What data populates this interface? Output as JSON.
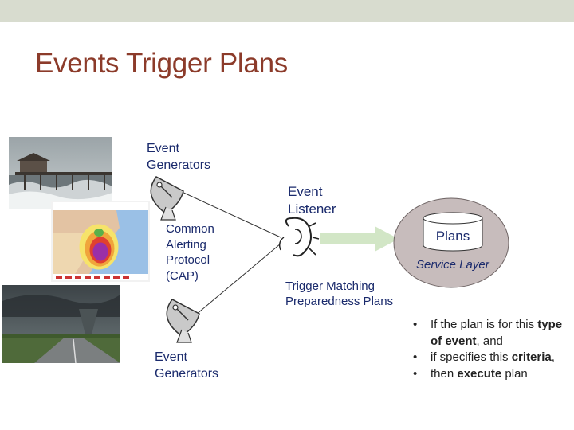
{
  "slide": {
    "title": "Events Trigger Plans"
  },
  "labels": {
    "event_generators_top_line1": "Event",
    "event_generators_top_line2": "Generators",
    "event_listener_line1": "Event",
    "event_listener_line2": "Listener",
    "cap_line1": "Common",
    "cap_line2": "Alerting",
    "cap_line3": "Protocol",
    "cap_line4": "(CAP)",
    "event_generators_bottom_line1": "Event",
    "event_generators_bottom_line2": "Generators",
    "trigger_line1": "Trigger Matching",
    "trigger_line2": "Preparedness Plans",
    "plans": "Plans",
    "service_layer": "Service Layer"
  },
  "bullets": {
    "b1_pre": "If the plan is for this ",
    "b1_bold": "type of event",
    "b1_post": ", and",
    "b2_pre": "if specifies this ",
    "b2_bold": "criteria",
    "b2_post": ",",
    "b3_pre": "then ",
    "b3_bold": "execute",
    "b3_post": " plan"
  },
  "colors": {
    "title": "#8c3b2a",
    "label_blue": "#1a2a6c",
    "service_layer_fill": "#c7bcbc",
    "arrow_fill": "#d2e6c6",
    "top_bar": "#d8dccf"
  },
  "icons": [
    "satellite-dish-icon",
    "listening-ear-icon",
    "database-cylinder-icon"
  ]
}
